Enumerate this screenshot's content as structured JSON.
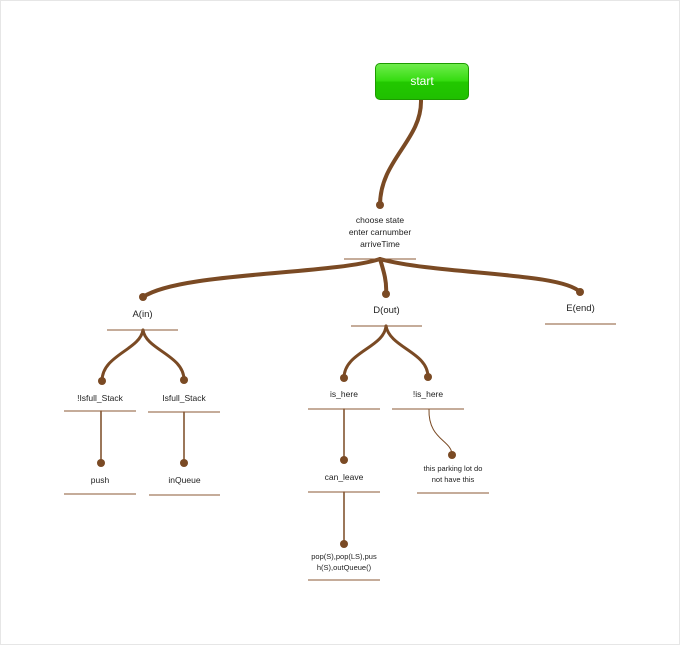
{
  "colors": {
    "link": "#7a4a24",
    "line": "#8b5a34",
    "start": "#22c800",
    "start_text": "#ffffff"
  },
  "nodes": {
    "start": "start",
    "root_line1": "choose state",
    "root_line2": "enter carnumber",
    "root_line3": "arriveTime",
    "a_in": "A(in)",
    "d_out": "D(out)",
    "e_end": "E(end)",
    "not_full_stack": "!Isfull_Stack",
    "full_stack": "Isfull_Stack",
    "is_here": "is_here",
    "not_is_here": "!is_here",
    "push": "push",
    "in_queue": "inQueue",
    "can_leave": "can_leave",
    "no_car_line1": "this parking lot do",
    "no_car_line2": "not have this",
    "leave_ops_line1": "pop(S),pop(LS),pus",
    "leave_ops_line2": "h(S),outQueue()"
  }
}
